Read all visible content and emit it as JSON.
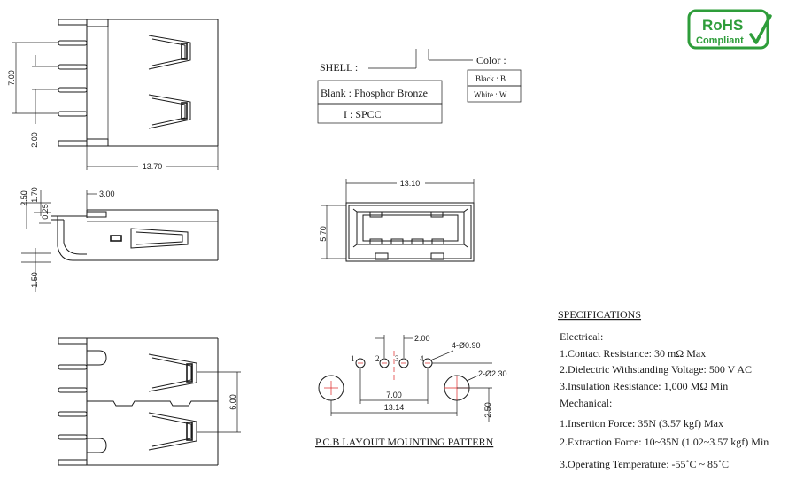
{
  "dimensions": {
    "top_height": "7.00",
    "top_pitch": "2.00",
    "top_length": "13.70",
    "side_a": "2.50",
    "side_b": "1.70",
    "side_c": "0.25",
    "side_d": "1.50",
    "side_e": "3.00",
    "front_width": "13.10",
    "front_height": "5.70",
    "bottom_height": "6.00",
    "pcb_pitch": "2.00",
    "pcb_hole_small": "4-Ø0.90",
    "pcb_hole_big": "2-Ø2.30",
    "pcb_span_inner": "7.00",
    "pcb_span_outer": "13.14",
    "pcb_offset": "2.50"
  },
  "pcb_pins": [
    "1",
    "2",
    "3",
    "4"
  ],
  "shell": {
    "label": "SHELL :",
    "rows": [
      "Blank : Phosphor Bronze",
      "I : SPCC"
    ]
  },
  "color": {
    "label": "Color :",
    "rows": [
      "Black : B",
      "White : W"
    ]
  },
  "pcb_title": "P.C.B LAYOUT MOUNTING PATTERN",
  "specs": {
    "title": "SPECIFICATIONS",
    "electrical_heading": "Electrical:",
    "electrical": [
      "1.Contact Resistance: 30 mΩ Max",
      "2.Dielectric Withstanding Voltage: 500 V AC",
      "3.Insulation Resistance: 1,000 MΩ Min"
    ],
    "mechanical_heading": "Mechanical:",
    "mechanical": [
      "1.Insertion Force: 35N (3.57 kgf) Max",
      "2.Extraction Force: 10~35N (1.02~3.57 kgf) Min",
      "3.Operating Temperature: -55˚C ~ 85˚C"
    ]
  },
  "badge": {
    "line1": "RoHS",
    "line2": "Compliant",
    "color": "#2e9d3a"
  }
}
